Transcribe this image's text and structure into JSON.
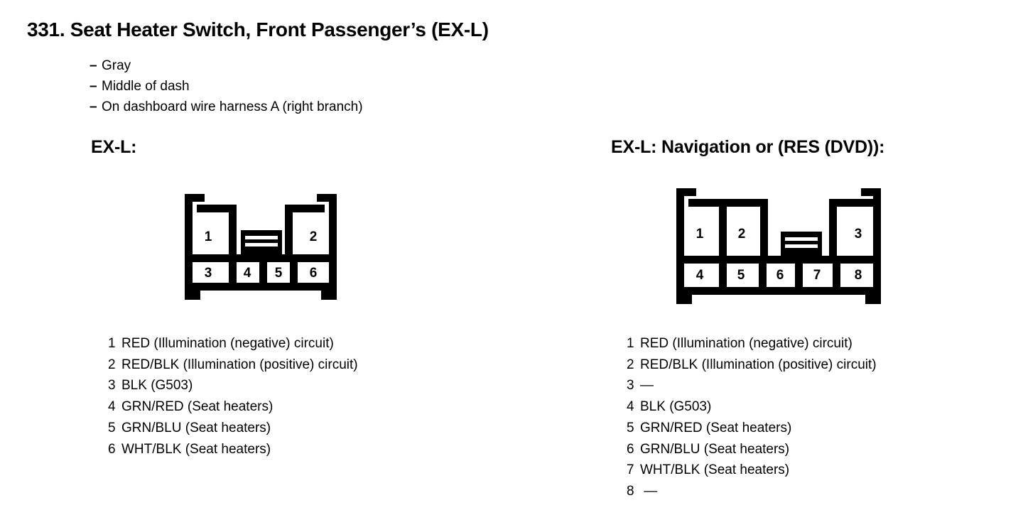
{
  "document": {
    "title": "331. Seat Heater Switch, Front Passenger’s (EX-L)",
    "bullets": [
      {
        "dash": "–",
        "text": "Gray"
      },
      {
        "dash": "–",
        "text": "Middle of dash"
      },
      {
        "dash": "–",
        "text": "On dashboard wire harness A (right branch)"
      }
    ]
  },
  "sections": {
    "left": {
      "heading": "EX-L:",
      "connector": {
        "cavity_count": 6,
        "top_row_labels": [
          "1",
          "2"
        ],
        "bottom_row_labels": [
          "3",
          "4",
          "5",
          "6"
        ],
        "latch_label": "latch-tab"
      },
      "pins": [
        {
          "num": "1",
          "desc": "RED (Illumination (negative) circuit)"
        },
        {
          "num": "2",
          "desc": "RED/BLK (Illumination (positive) circuit)"
        },
        {
          "num": "3",
          "desc": "BLK (G503)"
        },
        {
          "num": "4",
          "desc": "GRN/RED (Seat heaters)"
        },
        {
          "num": "5",
          "desc": "GRN/BLU (Seat heaters)"
        },
        {
          "num": "6",
          "desc": "WHT/BLK (Seat heaters)"
        }
      ]
    },
    "right": {
      "heading": "EX-L: Navigation or (RES (DVD)):",
      "connector": {
        "cavity_count": 8,
        "top_row_labels": [
          "1",
          "2",
          "3"
        ],
        "bottom_row_labels": [
          "4",
          "5",
          "6",
          "7",
          "8"
        ],
        "latch_label": "latch-tab"
      },
      "pins": [
        {
          "num": "1",
          "desc": "RED (Illumination (negative) circuit)"
        },
        {
          "num": "2",
          "desc": "RED/BLK (Illumination (positive) circuit)"
        },
        {
          "num": "3",
          "desc": "—"
        },
        {
          "num": "4",
          "desc": "BLK (G503)"
        },
        {
          "num": "5",
          "desc": "GRN/RED (Seat heaters)"
        },
        {
          "num": "6",
          "desc": "GRN/BLU (Seat heaters)"
        },
        {
          "num": "7",
          "desc": "WHT/BLK (Seat heaters)"
        },
        {
          "num": "8",
          "desc": " —"
        }
      ]
    }
  },
  "colors": {
    "ink": "#000000",
    "paper": "#ffffff"
  }
}
